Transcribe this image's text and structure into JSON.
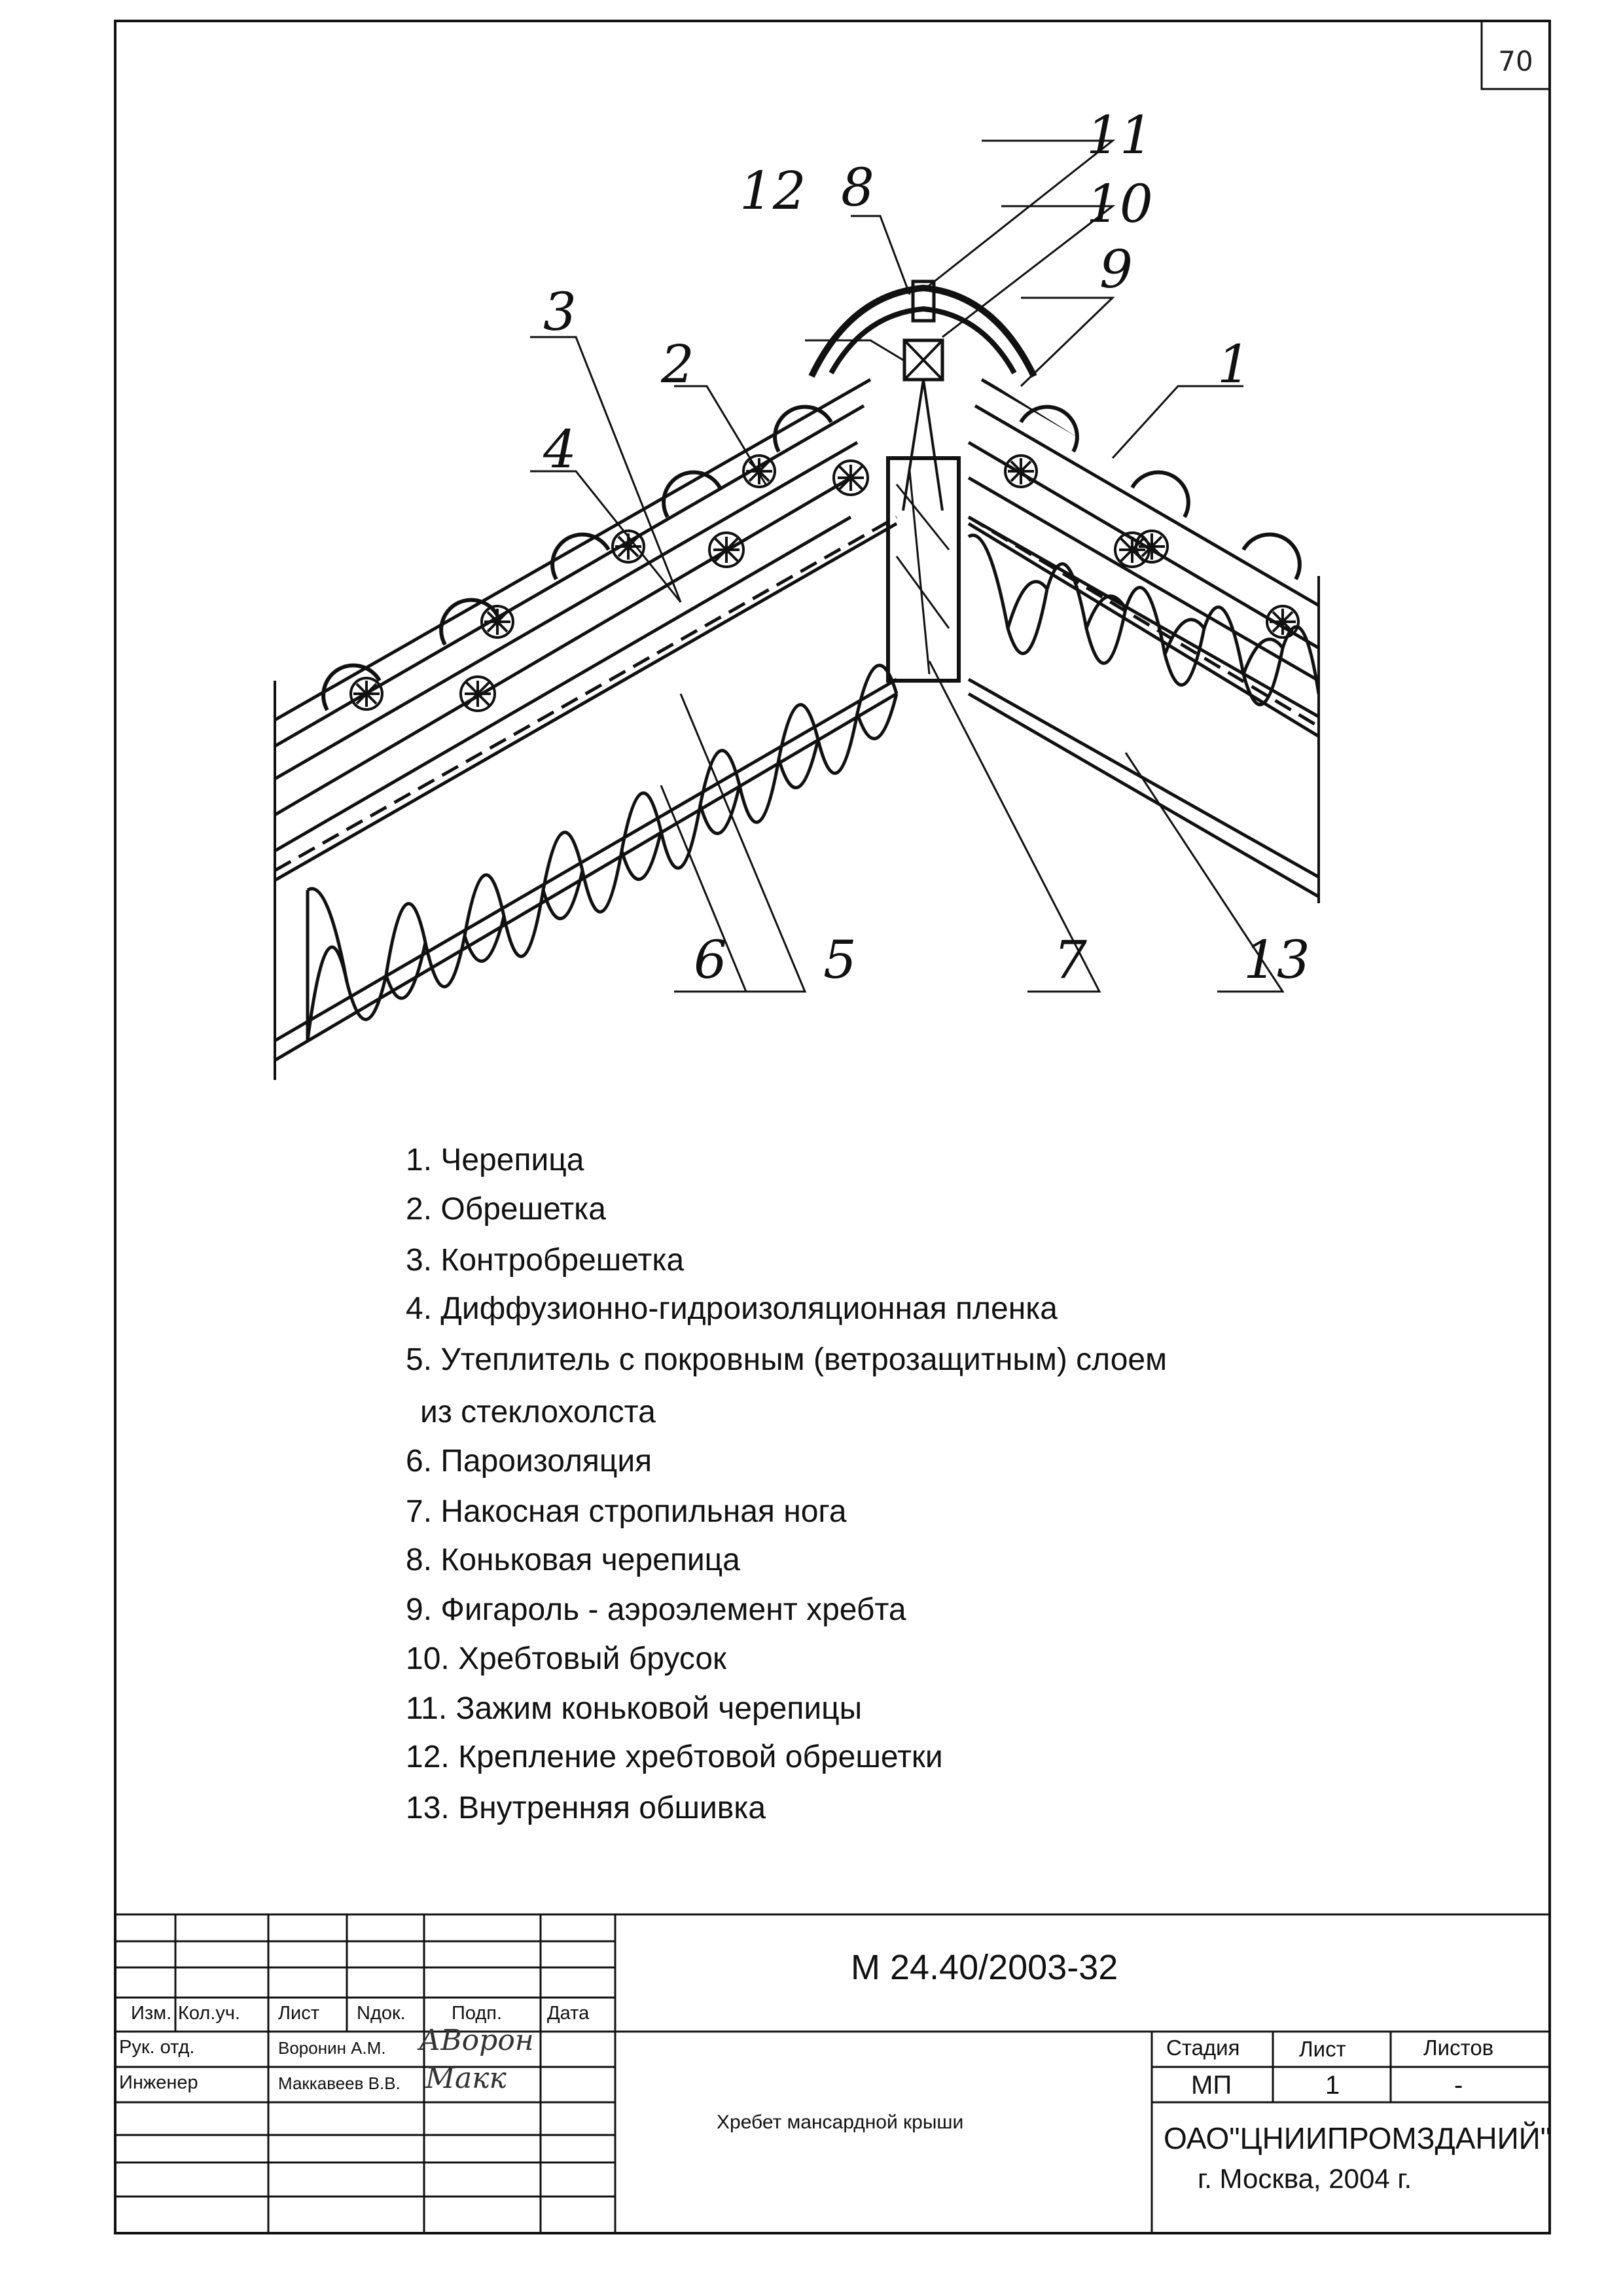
{
  "sheet": {
    "page_number": "70"
  },
  "callouts": [
    "1",
    "2",
    "3",
    "4",
    "5",
    "6",
    "7",
    "8",
    "9",
    "10",
    "11",
    "12",
    "13"
  ],
  "legend": [
    "1. Черепица",
    "2. Обрешетка",
    "3. Контробрешетка",
    "4. Диффузионно-гидроизоляционная пленка",
    "5. Утеплитель с покровным (ветрозащитным) слоем",
    "из стеклохолста",
    "6. Пароизоляция",
    "7. Накосная стропильная нога",
    "8. Коньковая черепица",
    "9. Фигароль - аэроэлемент хребта",
    "10. Хребтовый брусок",
    "11. Зажим коньковой черепицы",
    "12. Крепление хребтовой обрешетки",
    "13. Внутренняя обшивка"
  ],
  "title_block": {
    "document_code": "М 24.40/2003-32",
    "headers": {
      "izm": "Изм.",
      "kol": "Кол.уч.",
      "list": "Лист",
      "ndok": "Nдок.",
      "podp": "Подп.",
      "data": "Дата"
    },
    "rows": [
      {
        "role": "Рук. отд.",
        "name": "Воронин А.М.",
        "signature": "АВорон"
      },
      {
        "role": "Инженер",
        "name": "Маккавеев В.В.",
        "signature": "Макк"
      }
    ],
    "drawing_title": "Хребет мансардной крыши",
    "stage_header": "Стадия",
    "sheet_header": "Лист",
    "sheets_header": "Листов",
    "stage": "МП",
    "sheet": "1",
    "sheets": "-",
    "organization": "ОАО\"ЦНИИПРОМЗДАНИЙ\"",
    "city_year": "г. Москва, 2004 г."
  }
}
